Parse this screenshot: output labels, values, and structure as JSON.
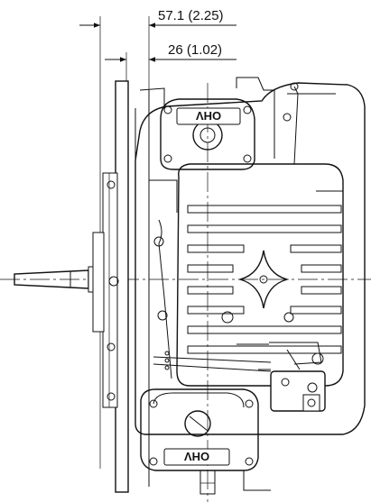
{
  "dimensions": {
    "overall_offset": "57.1 (2.25)",
    "shaft_offset": "26 (1.02)"
  },
  "stamps": {
    "top_head": "OHV",
    "bottom_head": "OHV"
  },
  "icons": [
    "dimension-arrow",
    "centerline",
    "bolt",
    "crankshaft",
    "cooling-fins",
    "cylinder-head",
    "carburetor"
  ]
}
